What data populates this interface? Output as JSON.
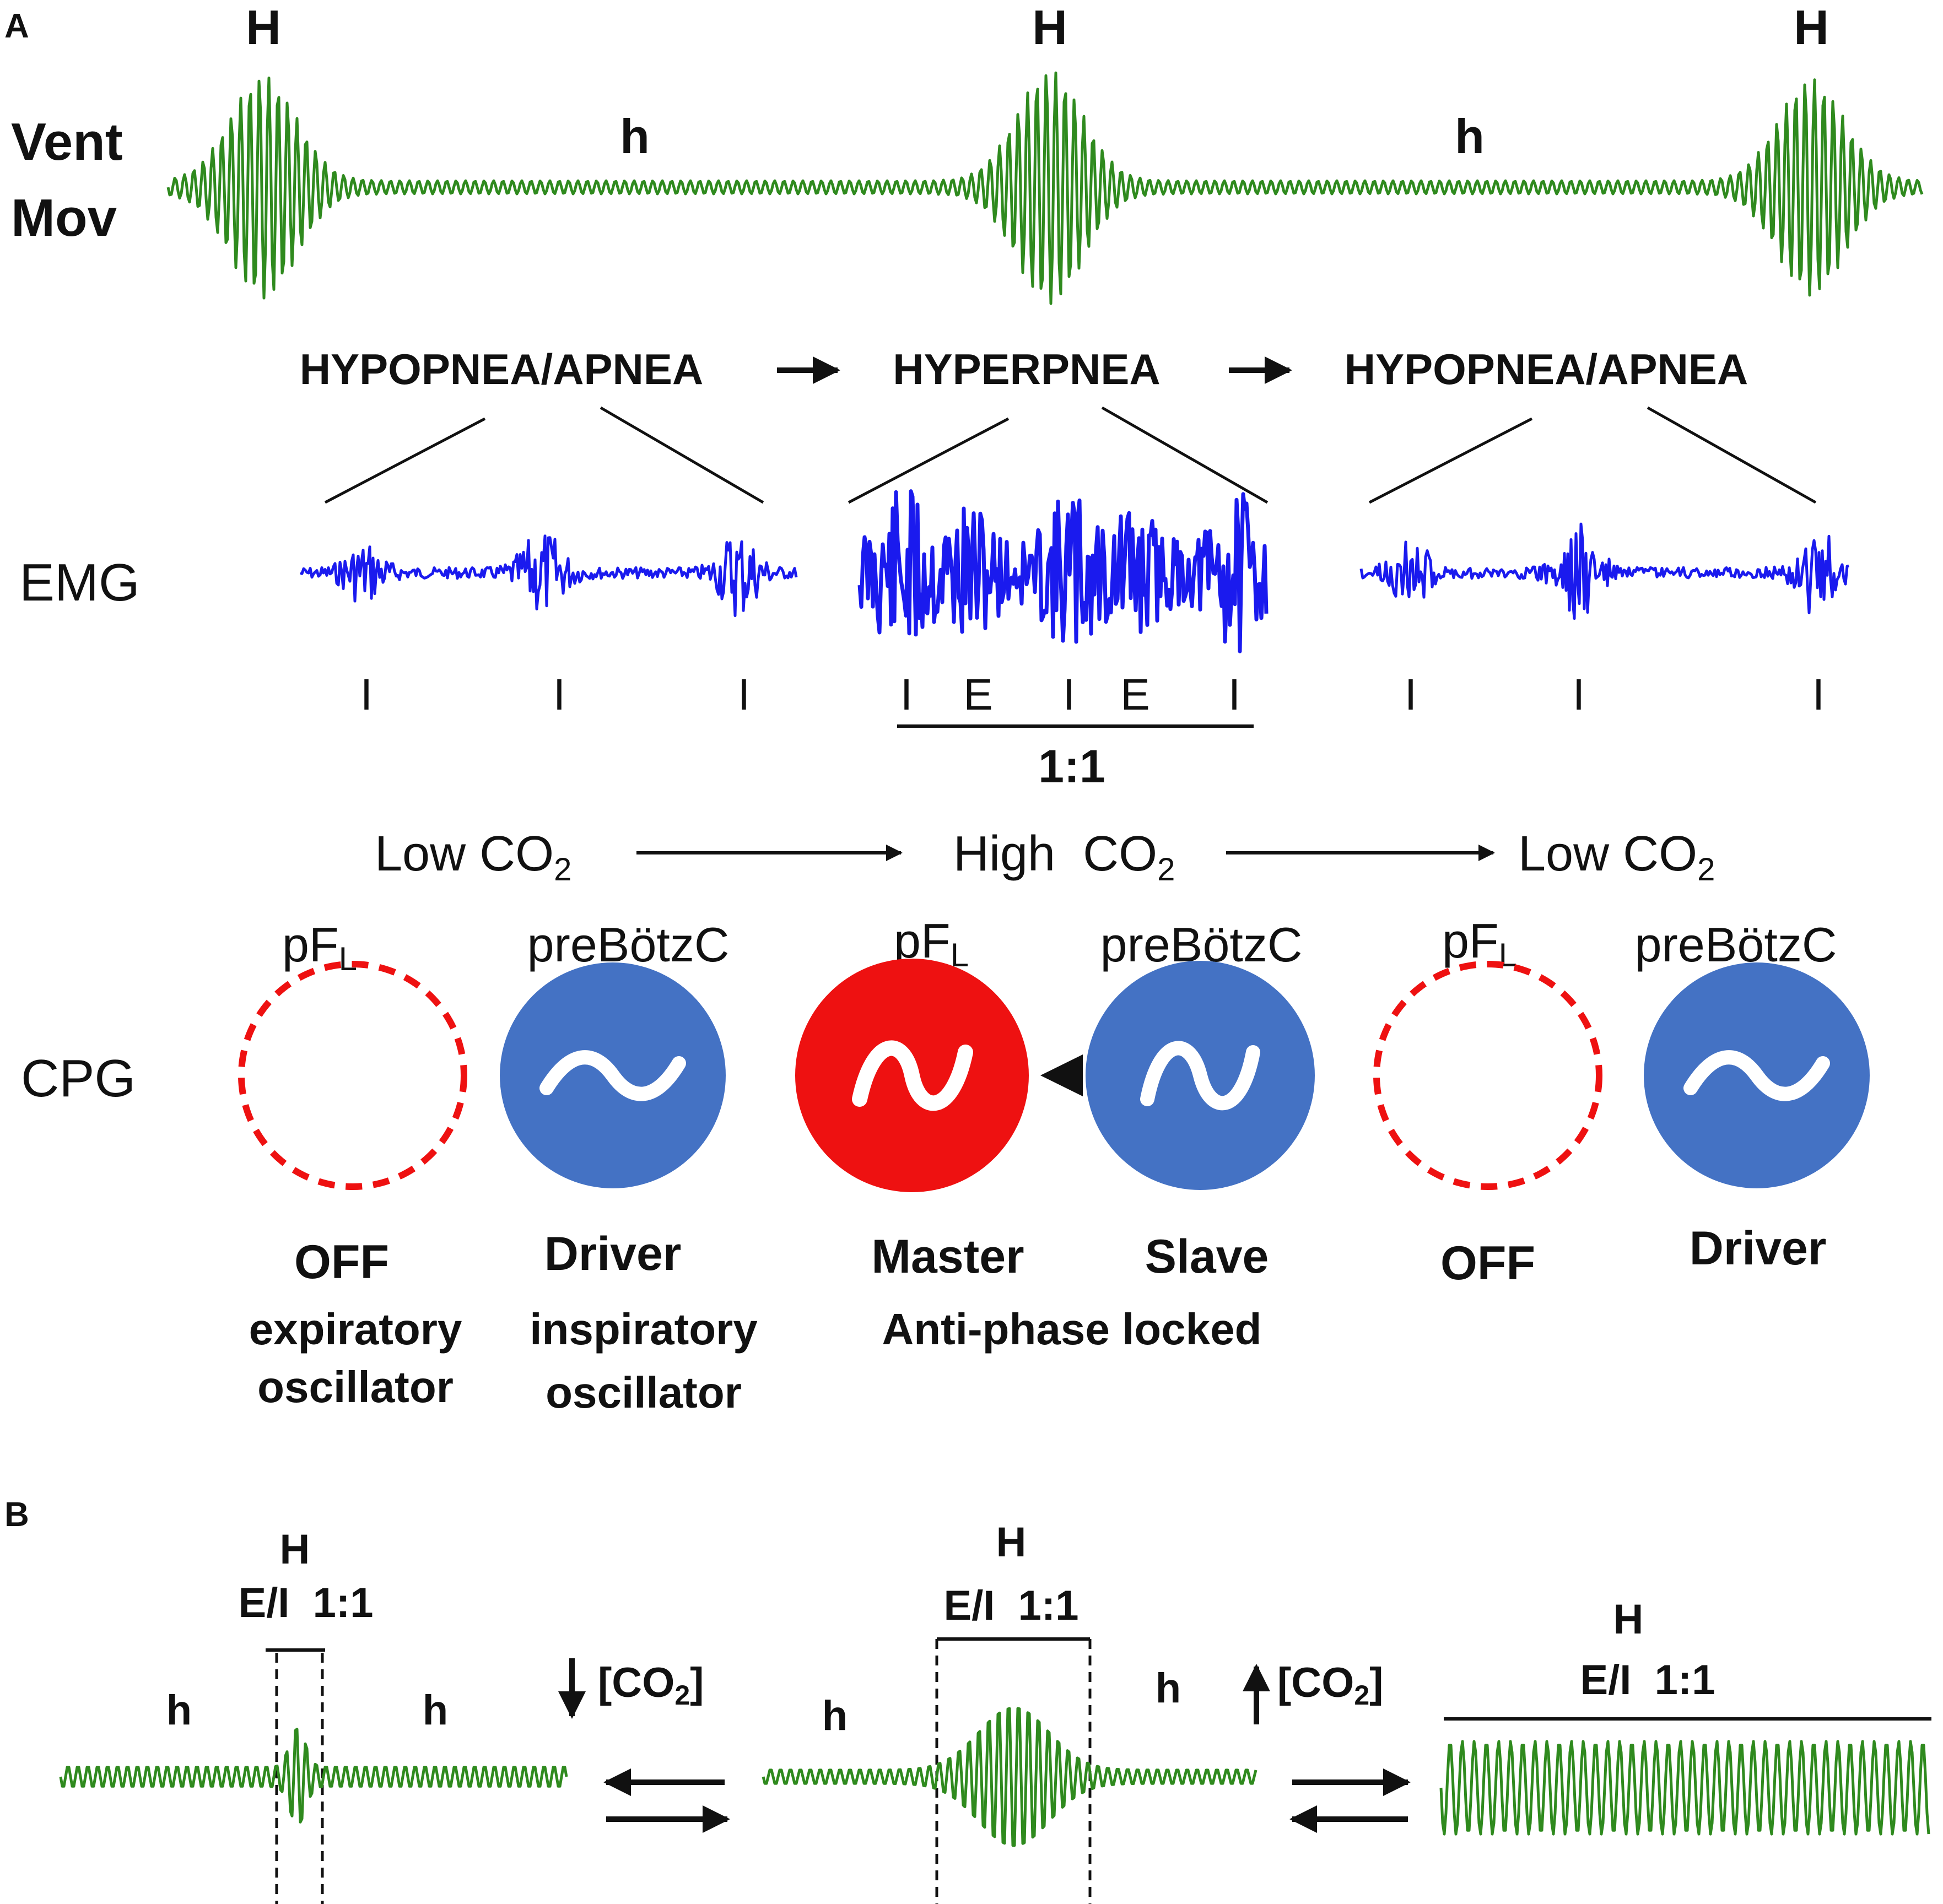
{
  "colors": {
    "trace_green": "#2f8a1e",
    "emg_blue": "#1a1aee",
    "pfl_red": "#ee1111",
    "prebotz_blue": "#4472c4",
    "text": "#111111"
  },
  "panel_a": {
    "label": "A",
    "vent_label_1": "Vent",
    "vent_label_2": "Mov",
    "big_h": [
      "H",
      "H",
      "H"
    ],
    "small_h": [
      "h",
      "h"
    ],
    "phases": [
      "HYPOPNEA/APNEA",
      "HYPERPNEA",
      "HYPOPNEA/APNEA"
    ],
    "emg_label": "EMG",
    "emg_marks_left": [
      "I",
      "I",
      "I"
    ],
    "emg_marks_mid": [
      "I",
      "E",
      "I",
      "E",
      "I"
    ],
    "emg_marks_right": [
      "I",
      "I",
      "I"
    ],
    "ratio": "1:1",
    "co2": [
      {
        "pre": "Low CO",
        "sub": "2"
      },
      {
        "pre": "High  CO",
        "sub": "2"
      },
      {
        "pre": "Low CO",
        "sub": "2"
      }
    ],
    "cpg_label": "CPG",
    "pfl_base": "pF",
    "pfl_sub": "L",
    "prebotz": "preBötzC",
    "oscillators": [
      {
        "name": "pFL",
        "state": "off",
        "role": "OFF",
        "desc": [
          "expiratory",
          "oscillator"
        ]
      },
      {
        "name": "preBötzC",
        "state": "on",
        "role": "Driver",
        "desc": [
          "inspiratory",
          "oscillator"
        ]
      },
      {
        "name": "pFL",
        "state": "on",
        "role": "Master",
        "desc": []
      },
      {
        "name": "preBötzC",
        "state": "on",
        "role": "Slave",
        "desc": []
      },
      {
        "name": "pFL",
        "state": "off",
        "role": "OFF",
        "desc": []
      },
      {
        "name": "preBötzC",
        "state": "on",
        "role": "Driver",
        "desc": []
      }
    ],
    "anti_phase": "Anti-phase locked"
  },
  "panel_b": {
    "label": "B",
    "segments": [
      {
        "H": "H",
        "ratio": "E/I  1:1",
        "h_left": "h",
        "h_right": "h"
      },
      {
        "H": "H",
        "ratio": "E/I  1:1",
        "h_left": "h",
        "h_right": "h"
      },
      {
        "H": "H",
        "ratio": "E/I  1:1"
      }
    ],
    "co2_down": {
      "pre": "[CO",
      "sub": "2",
      "post": "]"
    },
    "co2_up": {
      "pre": "[CO",
      "sub": "2",
      "post": "]"
    }
  }
}
